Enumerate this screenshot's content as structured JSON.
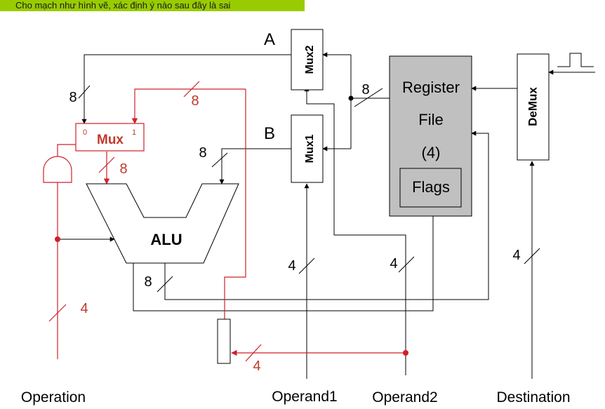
{
  "question": "Cho mạch như hình vẽ, xác định ý nào sau đây là sai",
  "mux2": "Mux2",
  "mux1": "Mux1",
  "label_a": "A",
  "label_b": "B",
  "mux0": {
    "name": "Mux",
    "in0": "0",
    "in1": "1"
  },
  "alu": "ALU",
  "register_file": {
    "line1": "Register",
    "line2": "File",
    "line3": "(4)"
  },
  "flags": "Flags",
  "demux": "DeMux",
  "widths": {
    "w8": "8",
    "w4": "4"
  },
  "bottom": {
    "operation": "Operation",
    "operand1": "Operand1",
    "operand2": "Operand2",
    "destination": "Destination"
  }
}
